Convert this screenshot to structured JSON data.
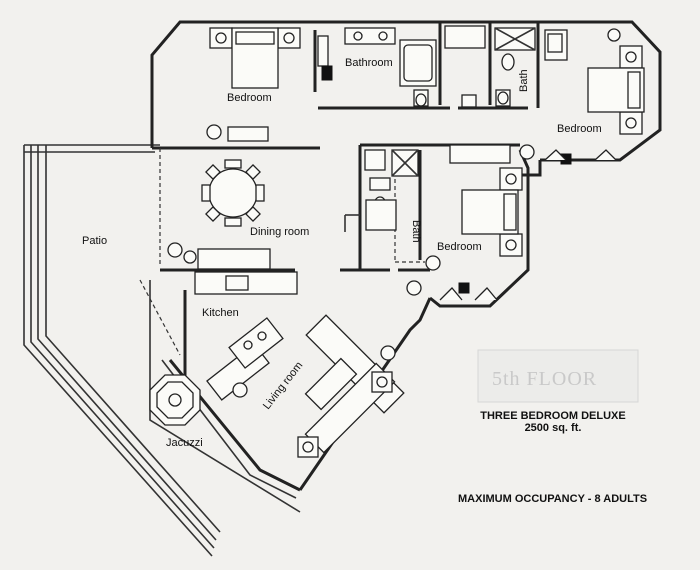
{
  "rooms": {
    "bedroom_1": "Bedroom",
    "bathroom": "Bathroom",
    "bath_1": "Bath",
    "bedroom_2": "Bedroom",
    "dining_room": "Dining room",
    "bath_2": "Bath",
    "bedroom_3": "Bedroom",
    "patio": "Patio",
    "kitchen": "Kitchen",
    "living_room": "Living room",
    "jacuzzi": "Jacuzzi"
  },
  "watermark": "5th FLOOR",
  "unit": {
    "name": "THREE BEDROOM DELUXE",
    "area": "2500 sq. ft.",
    "occupancy": "MAXIMUM OCCUPANCY - 8 ADULTS"
  }
}
